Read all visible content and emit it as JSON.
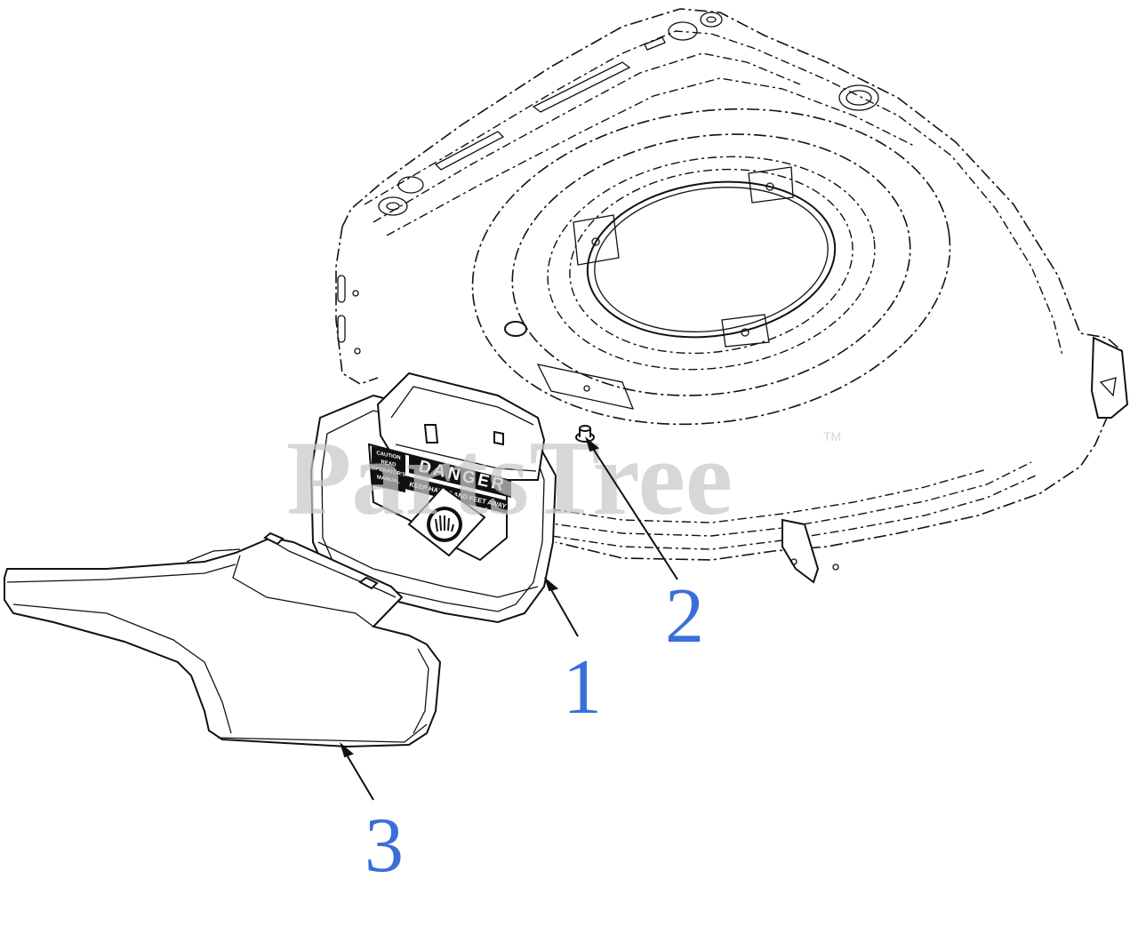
{
  "watermark": {
    "text": "PartsTree",
    "trademark": "TM"
  },
  "decal": {
    "signal_word": "DANGER",
    "message": "KEEP HANDS AND FEET AWAY",
    "warning_lines": [
      "CAUTION",
      "READ",
      "OPERATOR'S",
      "MANUAL"
    ]
  },
  "callouts": [
    {
      "number": "1",
      "part": "rear discharge door"
    },
    {
      "number": "2",
      "part": "fastener"
    },
    {
      "number": "3",
      "part": "side discharge chute"
    }
  ],
  "colors": {
    "callout": "#3a6fd8",
    "line": "#111111",
    "watermark": "#c8c8c8",
    "background": "#ffffff"
  }
}
